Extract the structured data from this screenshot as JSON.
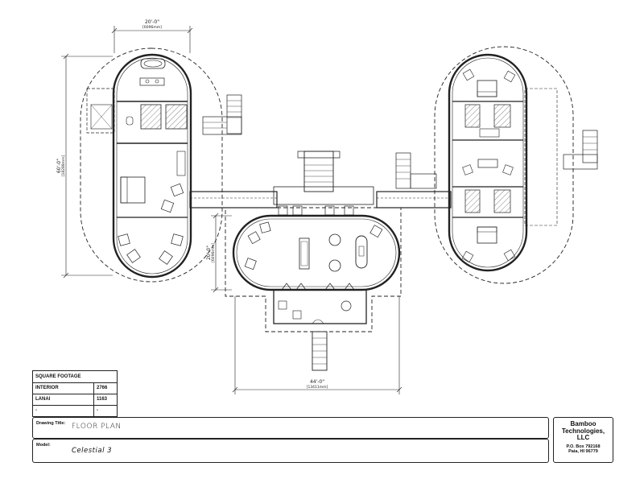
{
  "dimensions": {
    "top_width": "20'-0\"",
    "top_width_metric": "[6096mm]",
    "left_height": "60'-0\"",
    "left_height_metric": "[18288mm]",
    "center_height": "20'-0\"",
    "center_height_metric": "[6096mm]",
    "bottom_width": "44'-0\"",
    "bottom_width_metric": "[13411mm]"
  },
  "square_footage": {
    "title": "SQUARE FOOTAGE",
    "rows": [
      {
        "label": "INTERIOR",
        "value": "2766"
      },
      {
        "label": "LANAI",
        "value": "1163"
      },
      {
        "label": "-",
        "value": "-"
      }
    ]
  },
  "title_block": {
    "drawing_title_label": "Drawing Title:",
    "drawing_title": "FLOOR PLAN",
    "model_label": "Model:",
    "model": "Celestial 3"
  },
  "company": {
    "name": "Bamboo\nTechnologies,\nLLC",
    "address": "P.O. Box 792168\nPaia, HI  96779"
  }
}
